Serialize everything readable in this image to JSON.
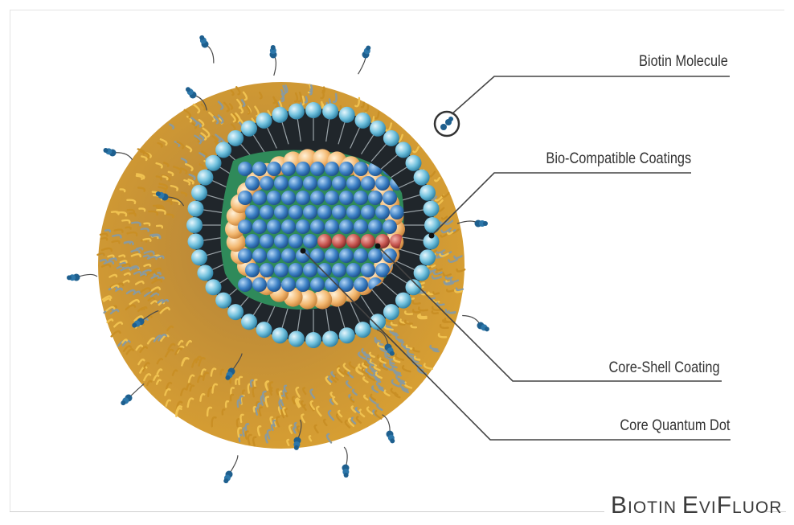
{
  "labels": {
    "biotin_molecule": "Biotin Molecule",
    "bio_compatible": "Bio-Compatible Coatings",
    "core_shell": "Core-Shell Coating",
    "core_qd": "Core Quantum Dot"
  },
  "brand": {
    "b1": "B",
    "b2": "IOTIN ",
    "e1": "E",
    "e2": "VI",
    "f1": "F",
    "f2": "LUOR"
  },
  "colors": {
    "outer_coating": "#d9a032",
    "shell_beads": "#74c3df",
    "shell_tails": "#333333",
    "inner_shell": "#f3b870",
    "core_blue": "#3b7fc4",
    "core_red": "#c6554f",
    "biotin": "#1e5f8e"
  }
}
